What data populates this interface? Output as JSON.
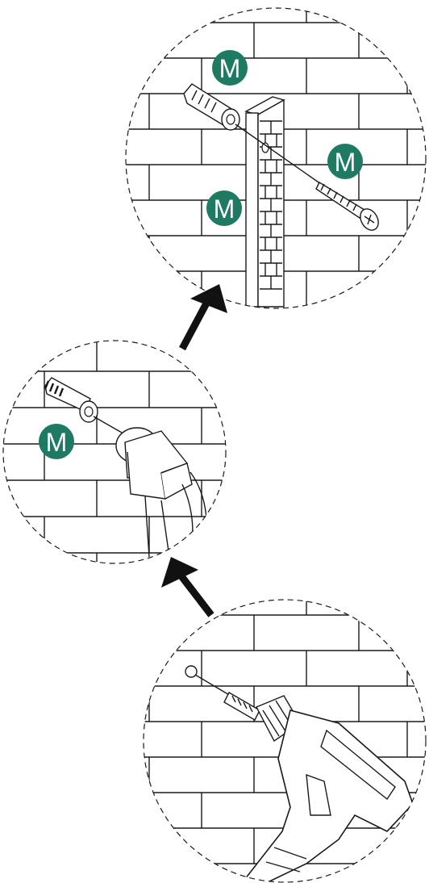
{
  "colors": {
    "badge": "#1f7a63",
    "badge_text": "#ffffff",
    "ink": "#1a1a1a"
  },
  "steps": [
    {
      "icon": "drill-icon"
    },
    {
      "icon": "hammer-icon",
      "badges": [
        "M"
      ]
    },
    {
      "icon": "screw-icon",
      "badges": [
        "M",
        "M",
        "M"
      ]
    }
  ],
  "arrows": [
    {
      "icon": "arrow-up-icon"
    },
    {
      "icon": "arrow-up-icon"
    }
  ]
}
